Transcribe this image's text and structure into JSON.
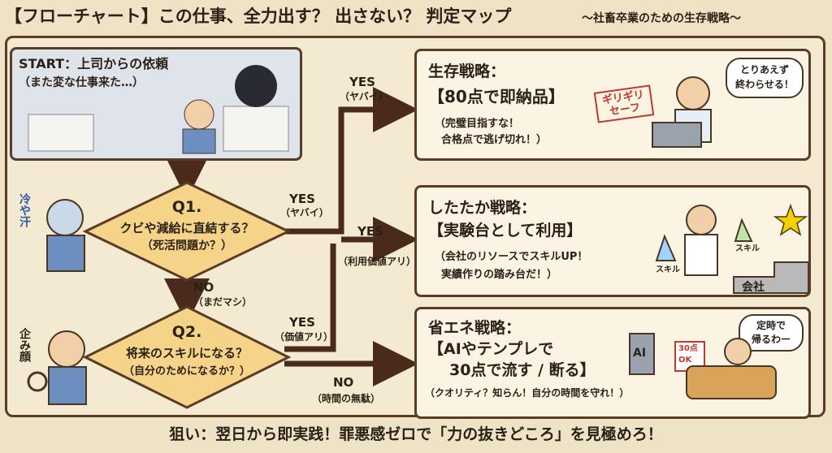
{
  "header": {
    "title": "【フローチャート】この仕事、全力出す？ 出さない？ 判定マップ",
    "subtitle": "〜社畜卒業のための生存戦略〜"
  },
  "start": {
    "title": "START：上司からの依頼",
    "subtitle": "（また変な仕事来た…）"
  },
  "q1": {
    "label": "Q1.",
    "text": "クビや減給に直結する？",
    "sub": "（死活問題か？）",
    "side_label": "冷や汗"
  },
  "q2": {
    "label": "Q2.",
    "text": "将来のスキルになる？",
    "sub": "（自分のためになるか？）",
    "side_label": "企み顔"
  },
  "edges": {
    "start_yes": "YES",
    "start_yes_sub": "（ヤバイ）",
    "q1_yes": "YES",
    "q1_yes_sub": "（ヤバイ）",
    "q1_no": "NO",
    "q1_no_sub": "（まだマシ）",
    "mid_yes": "YES",
    "mid_yes_sub": "（利用価値アリ）",
    "q2_yes": "YES",
    "q2_yes_sub": "（価値アリ）",
    "q2_no": "NO",
    "q2_no_sub": "（時間の無駄）"
  },
  "results": [
    {
      "title": "生存戦略：",
      "headline": "【80点で即納品】",
      "detail1": "（完璧目指すな！",
      "detail2": "合格点で逃げ切れ！）",
      "stamp": "ギリギリ\nセーフ",
      "bubble": "とりあえず\n終わらせる！"
    },
    {
      "title": "したたか戦略：",
      "headline": "【実験台として利用】",
      "detail1": "（会社のリソースでスキルUP！",
      "detail2": "実績作りの踏み台だ！）",
      "flask_label1": "スキル",
      "flask_label2": "スキル",
      "step_label": "会社"
    },
    {
      "title": "省エネ戦略：",
      "headline": "【AIやテンプレで",
      "headline2": "30点で流す / 断る】",
      "detail1": "（クオリティ？知らん！自分の時間を守れ！）",
      "robot_label": "AI",
      "sign_label": "30点\nOK",
      "bubble": "定時で\n帰るわー"
    }
  ],
  "footer": "狙い：翌日から即実践！罪悪感ゼロで「力の抜きどころ」を見極めろ！",
  "colors": {
    "arrow": "#4a2a1a",
    "diamond": "#f5d48a",
    "border": "#5a3b24",
    "accent_red": "#c0392b"
  }
}
